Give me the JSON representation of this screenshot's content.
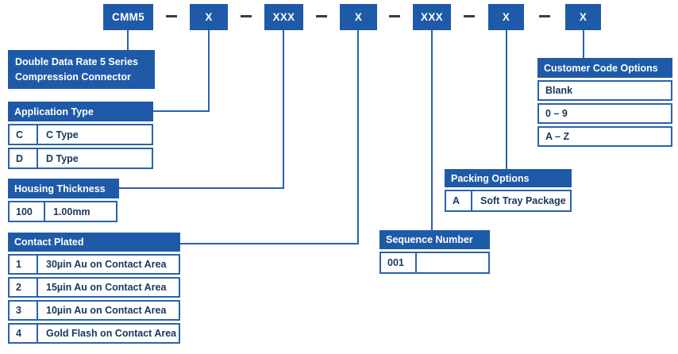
{
  "part_number": {
    "separator": "—",
    "segments": [
      {
        "label": "CMM5"
      },
      {
        "label": "X"
      },
      {
        "label": "XXX"
      },
      {
        "label": "X"
      },
      {
        "label": "XXX"
      },
      {
        "label": "X"
      },
      {
        "label": "X"
      }
    ]
  },
  "series_box": {
    "line1": "Double Data Rate 5 Series",
    "line2": "Compression Connector"
  },
  "tables": {
    "application_type": {
      "title": "Application Type",
      "rows": [
        [
          "C",
          "C Type"
        ],
        [
          "D",
          "D Type"
        ]
      ]
    },
    "housing_thickness": {
      "title": "Housing Thickness",
      "rows": [
        [
          "100",
          "1.00mm"
        ]
      ]
    },
    "contact_plated": {
      "title": "Contact Plated",
      "rows": [
        [
          "1",
          "30µin Au on Contact Area"
        ],
        [
          "2",
          "15µin Au on Contact Area"
        ],
        [
          "3",
          "10µin Au on Contact Area"
        ],
        [
          "4",
          "Gold Flash on Contact Area"
        ]
      ]
    },
    "sequence_number": {
      "title": "Sequence Number",
      "rows": [
        [
          "001",
          ""
        ]
      ]
    },
    "packing_options": {
      "title": "Packing Options",
      "rows": [
        [
          "A",
          "Soft Tray Package"
        ]
      ]
    },
    "customer_code_options": {
      "title": "Customer Code Options",
      "rows": [
        [
          "Blank"
        ],
        [
          "0 – 9"
        ],
        [
          "A – Z"
        ]
      ]
    }
  },
  "colors": {
    "primary_blue": "#1f5aa8",
    "border_blue": "#2a62ad",
    "row_text_navy": "#17375e",
    "dash_gray": "#3d3d3d",
    "background": "#ffffff"
  }
}
